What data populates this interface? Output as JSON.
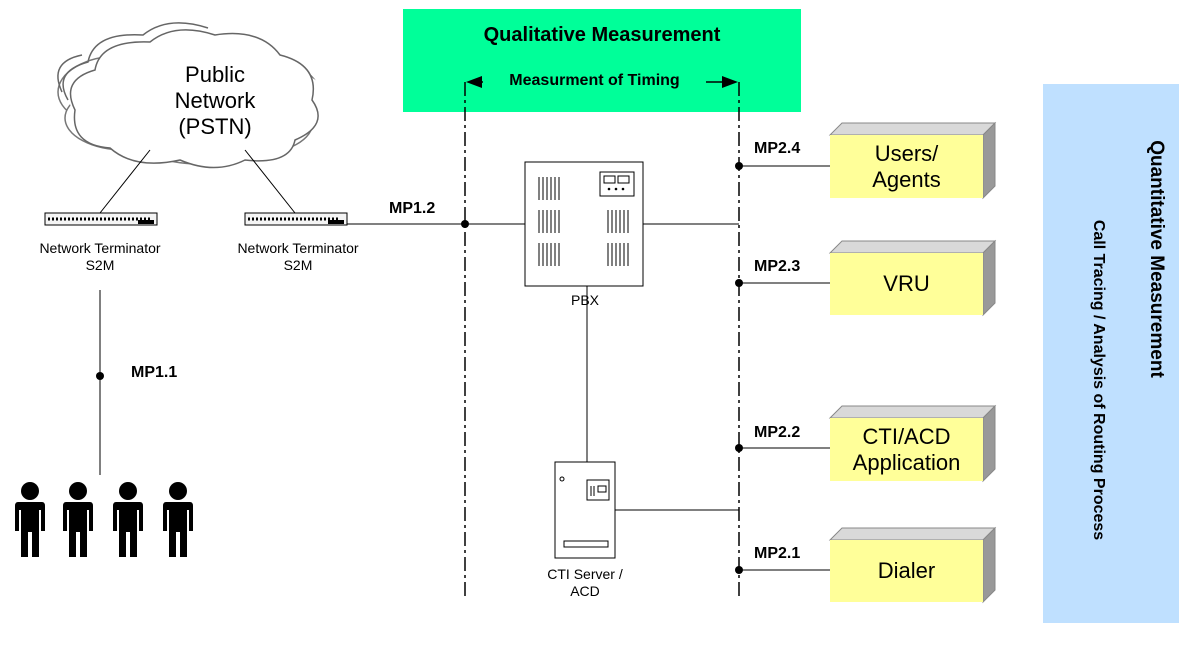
{
  "qualitative": {
    "title": "Qualitative Measurement",
    "timing_label": "Measurment of Timing"
  },
  "quantitative": {
    "title": "Quantitative Measurement",
    "subtitle": "Call Tracing / Analysis of Routing Process"
  },
  "cloud": {
    "line1": "Public",
    "line2": "Network",
    "line3": "(PSTN)"
  },
  "terminators": [
    {
      "line1": "Network Terminator",
      "line2": "S2M"
    },
    {
      "line1": "Network Terminator",
      "line2": "S2M"
    }
  ],
  "measurement_points": {
    "mp11": "MP1.1",
    "mp12": "MP1.2",
    "mp24": "MP2.4",
    "mp23": "MP2.3",
    "mp22": "MP2.2",
    "mp21": "MP2.1"
  },
  "pbx_label": "PBX",
  "cti_server": {
    "line1": "CTI Server /",
    "line2": "ACD"
  },
  "endpoints": [
    {
      "line1": "Users/",
      "line2": "Agents"
    },
    {
      "line1": "VRU",
      "line2": ""
    },
    {
      "line1": "CTI/ACD",
      "line2": "Application"
    },
    {
      "line1": "Dialer",
      "line2": ""
    }
  ],
  "colors": {
    "qualitative_fill": "#00ff99",
    "quantitative_fill": "#bfe0ff",
    "endpoint_fill": "#ffff99",
    "endpoint_shadow": "#999999"
  }
}
